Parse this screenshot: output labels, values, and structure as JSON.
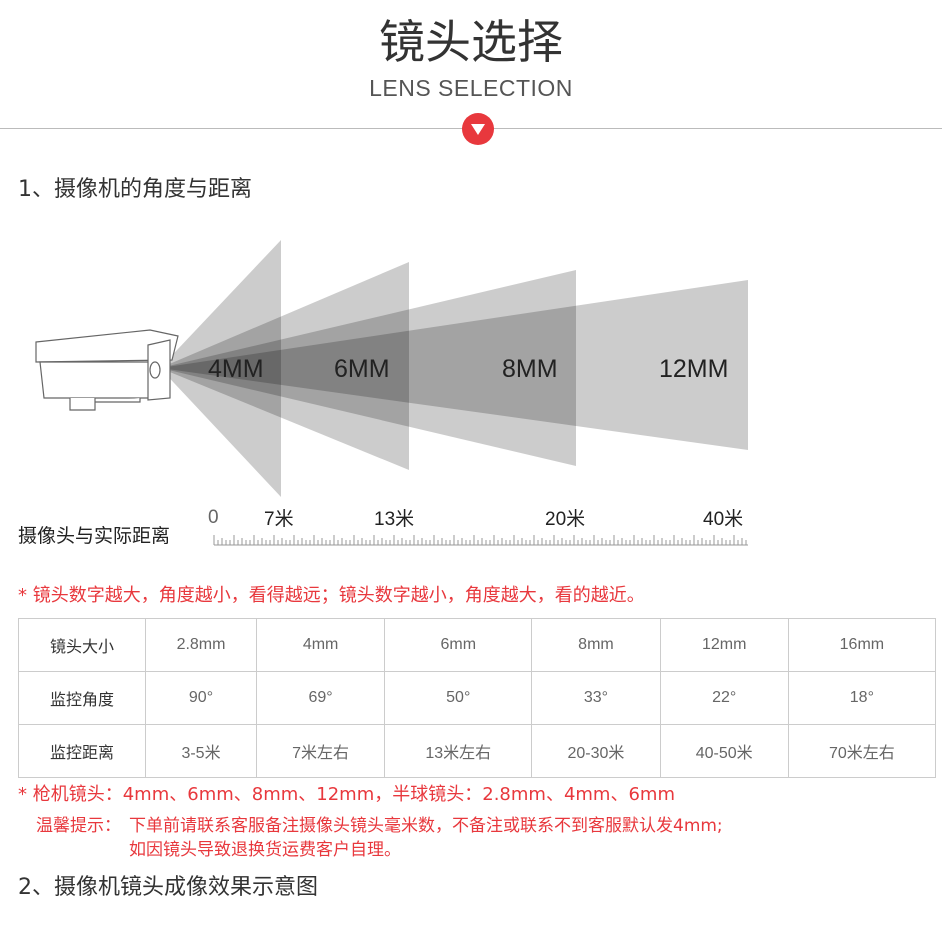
{
  "header": {
    "title": "镜头选择",
    "subtitle": "LENS SELECTION",
    "icon": "chevron-down-icon"
  },
  "section1": {
    "title": "1、摄像机的角度与距离"
  },
  "diagram": {
    "lenses": [
      "4MM",
      "6MM",
      "8MM",
      "12MM"
    ],
    "ruler_label": "摄像头与实际距离",
    "ruler_ticks": [
      "0",
      "7米",
      "13米",
      "20米",
      "40米"
    ]
  },
  "note1": "* 镜头数字越大，角度越小，看得越远；镜头数字越小，角度越大，看的越近。",
  "table": {
    "rows": [
      [
        "镜头大小",
        "2.8mm",
        "4mm",
        "6mm",
        "8mm",
        "12mm",
        "16mm"
      ],
      [
        "监控角度",
        "90°",
        "69°",
        "50°",
        "33°",
        "22°",
        "18°"
      ],
      [
        "监控距离",
        "3-5米",
        "7米左右",
        "13米左右",
        "20-30米",
        "40-50米",
        "70米左右"
      ]
    ]
  },
  "note2": "* 枪机镜头：4mm、6mm、8mm、12mm，半球镜头：2.8mm、4mm、6mm",
  "tip_label": "温馨提示：",
  "tip_line1": "下单前请联系客服备注摄像头镜头毫米数，不备注或联系不到客服默认发4mm;",
  "tip_line2": "如因镜头导致退换货运费客户自理。",
  "section2": {
    "title": "2、摄像机镜头成像效果示意图"
  },
  "colors": {
    "accent": "#e8383d"
  }
}
